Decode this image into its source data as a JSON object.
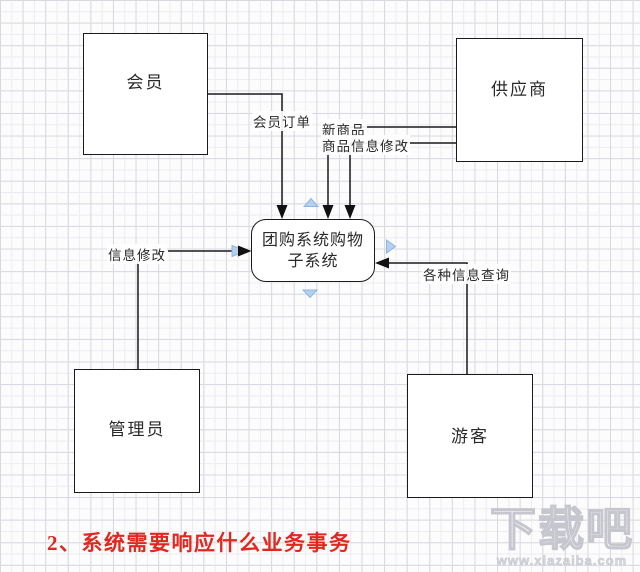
{
  "diagram": {
    "nodes": {
      "member": {
        "label": "会员"
      },
      "supplier": {
        "label": "供应商"
      },
      "admin": {
        "label": "管理员"
      },
      "visitor": {
        "label": "游客"
      },
      "system": {
        "line1": "团购系统购物",
        "line2": "子系统"
      }
    },
    "edges": {
      "member_order": {
        "label": "会员订单"
      },
      "new_product": {
        "label": "新商品"
      },
      "product_info_edit": {
        "label": "商品信息修改"
      },
      "info_edit": {
        "label": "信息修改"
      },
      "info_query": {
        "label": "各种信息查询"
      }
    },
    "caption": {
      "text": "2、系统需要响应什么业务事务",
      "color": "#e0281e"
    },
    "colors": {
      "connector": "#1a1a1a",
      "autoconnect_fill": "#b3d1ee",
      "autoconnect_stroke": "#8fb6de"
    }
  },
  "watermark": {
    "logo": "下载吧",
    "url": "www.xiazaiba.com"
  }
}
